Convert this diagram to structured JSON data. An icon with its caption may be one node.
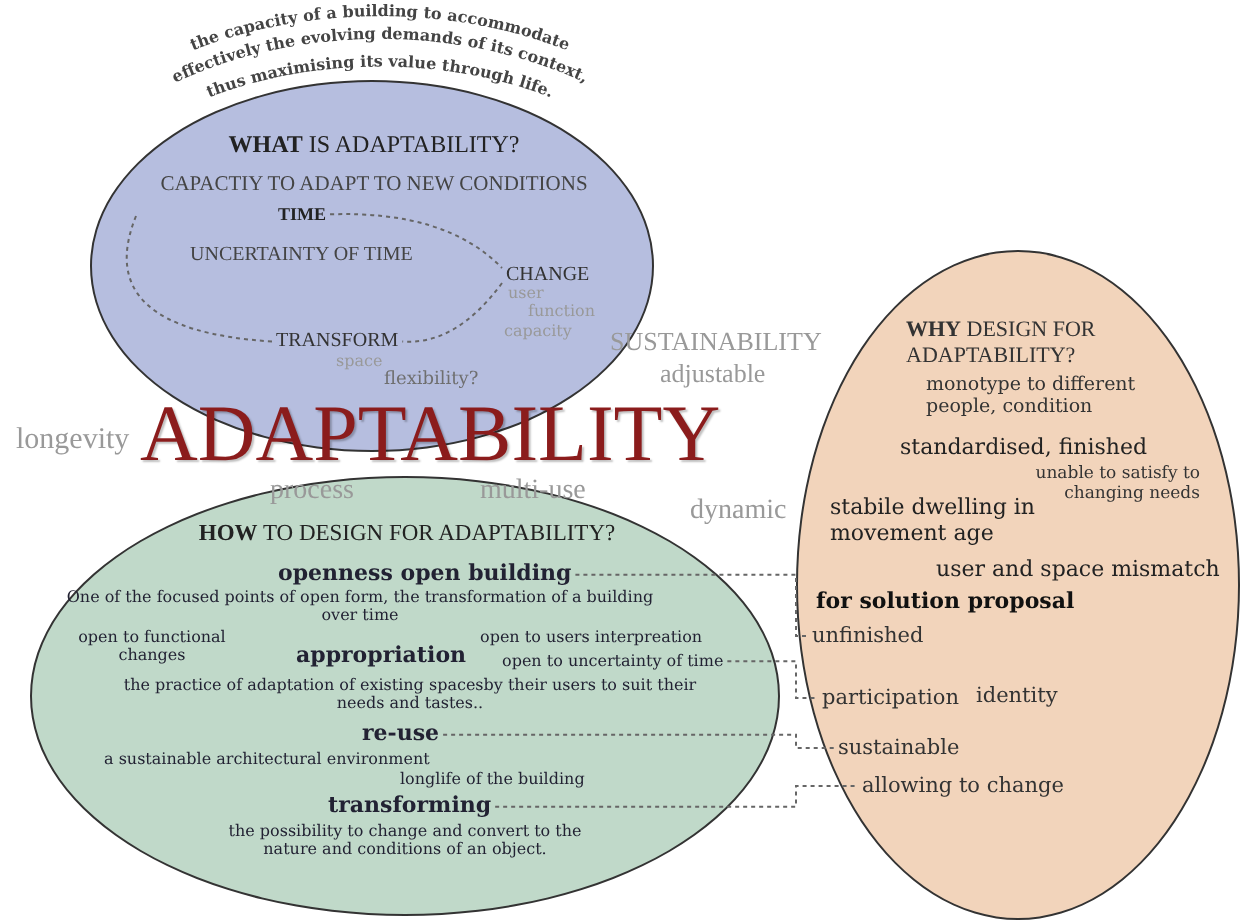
{
  "diagram": {
    "nodes": [
      {
        "text": [
          "**WHAT** IS ADAPTABILITY?",
          "CAPACTIY TO ADAPT TO NEW CONDITIONS"
        ]
      },
      {
        "text": [
          "TIME"
        ],
        "in": 0
      },
      {
        "text": [
          "CHANGE"
        ],
        "in": 0
      },
      {
        "text": [
          "TRANSFORM"
        ],
        "in": 0
      },
      {
        "text": [
          "**HOW** TO DESIGN FOR ADAPTABILITY?"
        ]
      },
      {
        "text": [
          "openness open building"
        ],
        "in": 4
      },
      {
        "text": [
          "open to uncertainty of time"
        ],
        "in": 4
      },
      {
        "text": [
          "re-use"
        ],
        "in": 4
      },
      {
        "text": [
          "transforming"
        ],
        "in": 4
      },
      {
        "text": [
          "**WHY** DESIGN FOR ADAPTABILITY?"
        ]
      },
      {
        "text": [
          "unfinished"
        ],
        "in": 9
      },
      {
        "text": [
          "participation"
        ],
        "in": 9
      },
      {
        "text": [
          "sustainable"
        ],
        "in": 9
      },
      {
        "text": [
          "allowing to change"
        ],
        "in": 9
      }
    ],
    "edges": [
      {
        "from": 1,
        "to": 2,
        "arrow": "none",
        "style": "dashed"
      },
      {
        "from": 2,
        "to": 3,
        "arrow": "none",
        "style": "dashed"
      },
      {
        "from": 3,
        "to": null,
        "arrow": "none",
        "style": "dashed"
      },
      {
        "from": 5,
        "to": 10,
        "arrow": "none",
        "style": "dashed"
      },
      {
        "from": 6,
        "to": 11,
        "arrow": "none",
        "style": "dashed"
      },
      {
        "from": 7,
        "to": 12,
        "arrow": "none",
        "style": "dashed"
      },
      {
        "from": 8,
        "to": 13,
        "arrow": "none",
        "style": "dashed"
      }
    ],
    "labels": [
      "the capacity of a building to accommodate effectively the evolving demands of its context, thus maximising its value through life.",
      "UNCERTAINTY OF TIME",
      "user",
      "function",
      "capacity",
      "space",
      "flexibility?",
      "SUSTAINABILITY",
      "adjustable",
      "ADAPTABILITY",
      "longevity",
      "process",
      "multi-use",
      "dynamic",
      "monotype to different people, condition",
      "standardised, finished",
      "unable to satisfy to changing needs",
      "stabile dwelling in movement age",
      "user and space mismatch",
      "for solution proposal",
      "One of the focused points of open form, the transformation of a building over time",
      "open to functional changes",
      "open to users interpreation",
      "appropriation",
      "the practice of adaptation of existing spacesby their users to suit their needs and tastes..",
      "a sustainable architectural environment",
      "longlife of the building",
      "the possibility to change and convert to the nature and conditions of an object.",
      "identity"
    ]
  }
}
